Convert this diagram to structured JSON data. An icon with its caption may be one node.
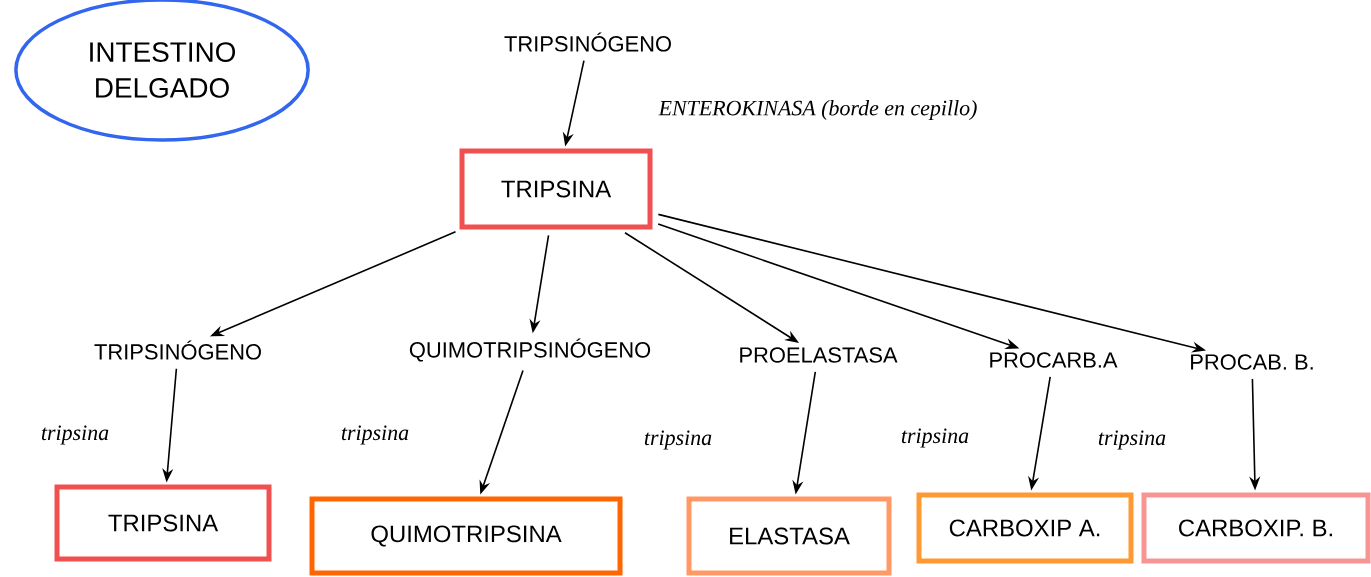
{
  "diagram": {
    "nodes": [
      {
        "text": [
          "INTESTINO DELGADO"
        ]
      },
      {
        "text": [
          "TRIPSINÓGENO"
        ]
      },
      {
        "text": [
          "TRIPSINA"
        ]
      },
      {
        "text": [
          "TRIPSINÓGENO"
        ]
      },
      {
        "text": [
          "QUIMOTRIPSINÓGENO"
        ]
      },
      {
        "text": [
          "PROELASTASA"
        ]
      },
      {
        "text": [
          "PROCARB.A"
        ]
      },
      {
        "text": [
          "PROCAB. B."
        ]
      },
      {
        "text": [
          "TRIPSINA"
        ]
      },
      {
        "text": [
          "QUIMOTRIPSINA"
        ]
      },
      {
        "text": [
          "ELASTASA"
        ]
      },
      {
        "text": [
          "CARBOXIP A."
        ]
      },
      {
        "text": [
          "CARBOXIP. B."
        ]
      }
    ],
    "edges": [
      {
        "from": 1,
        "to": 2,
        "arrow": "to",
        "label": "ENTEROKINASA (borde en cepillo)"
      },
      {
        "from": 2,
        "to": 3,
        "arrow": "to"
      },
      {
        "from": 2,
        "to": 4,
        "arrow": "to"
      },
      {
        "from": 2,
        "to": 5,
        "arrow": "to"
      },
      {
        "from": 2,
        "to": 6,
        "arrow": "to"
      },
      {
        "from": 2,
        "to": 7,
        "arrow": "to"
      },
      {
        "from": 3,
        "to": 8,
        "arrow": "to",
        "label": "tripsina"
      },
      {
        "from": 4,
        "to": 9,
        "arrow": "to",
        "label": "tripsina"
      },
      {
        "from": 5,
        "to": 10,
        "arrow": "to",
        "label": "tripsina"
      },
      {
        "from": 6,
        "to": 11,
        "arrow": "to",
        "label": "tripsina"
      },
      {
        "from": 7,
        "to": 12,
        "arrow": "to",
        "label": "tripsina"
      }
    ]
  }
}
